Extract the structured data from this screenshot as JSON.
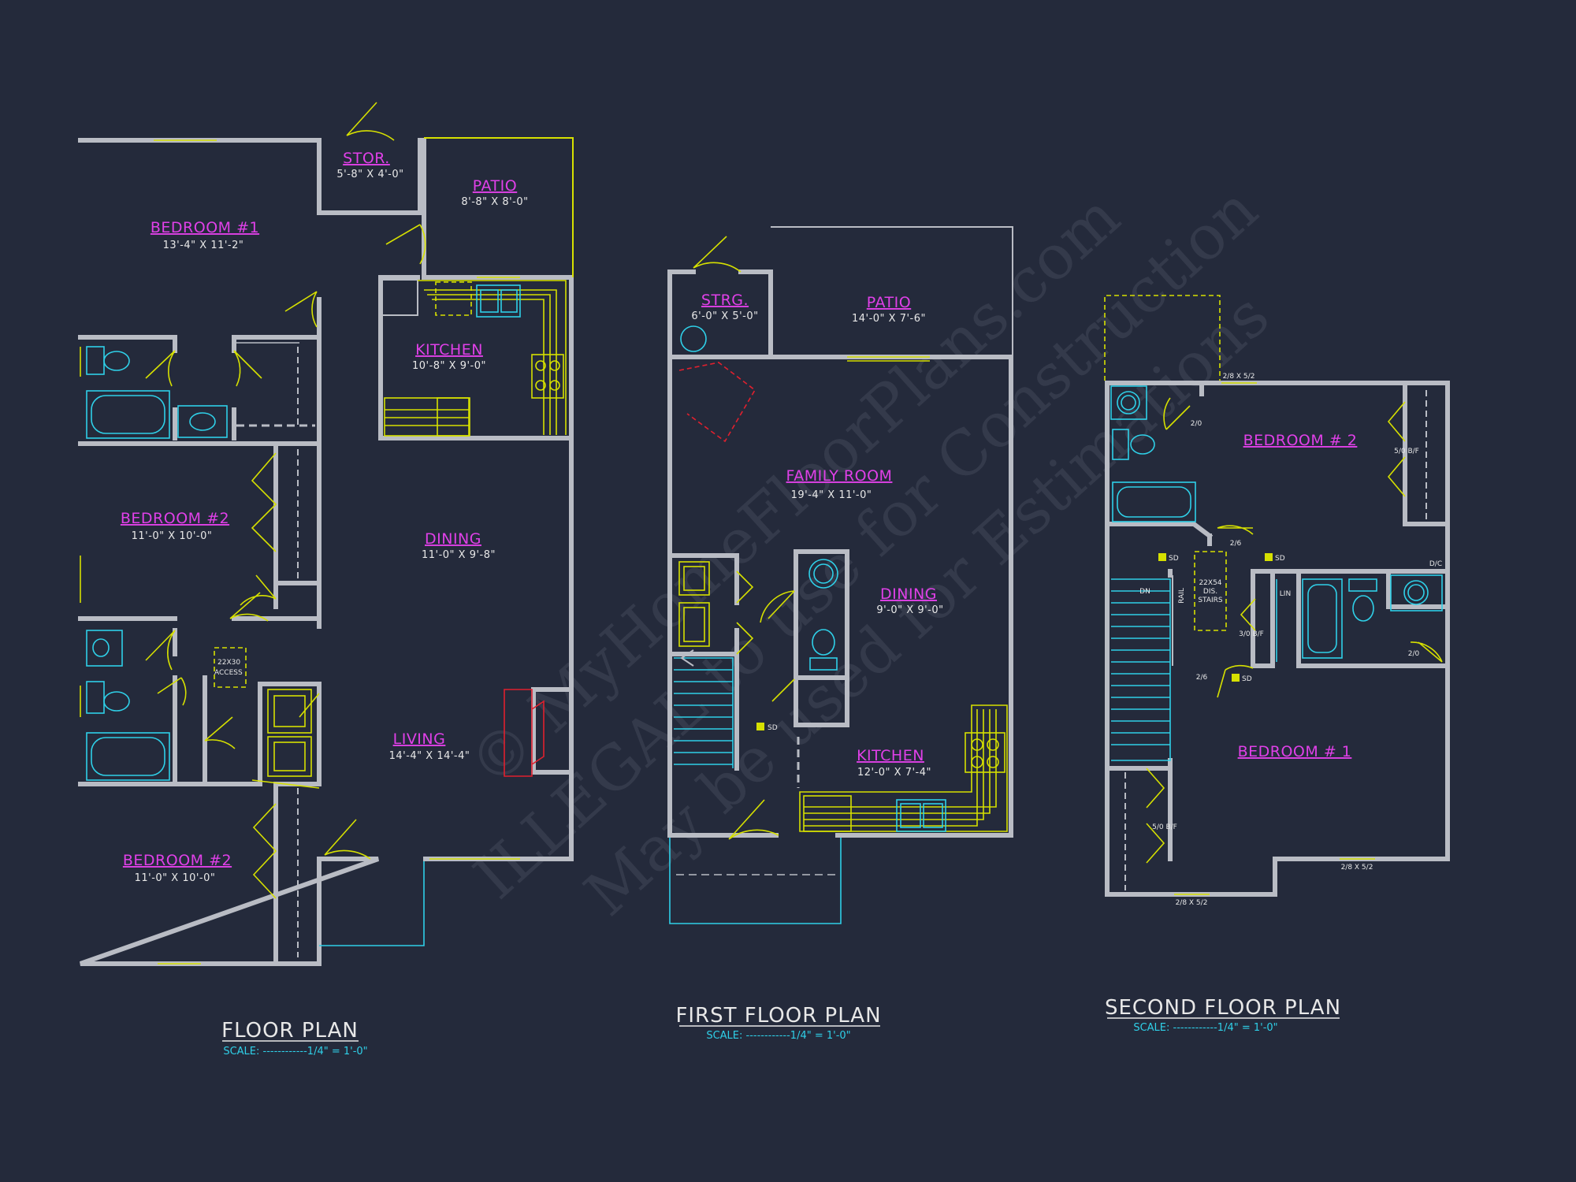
{
  "watermark": [
    "© MyHomeFloorPlans.com",
    "ILLEGAL to use for Construction",
    "May be used for Estimations"
  ],
  "plans": {
    "floor": {
      "title": "FLOOR PLAN",
      "scale": "SCALE: ------------1/4\" = 1'-0\"",
      "rooms": {
        "bedroom1": {
          "name": "BEDROOM #1",
          "dim": "13'-4\" X 11'-2\""
        },
        "stor": {
          "name": "STOR.",
          "dim": "5'-8\" X 4'-0\""
        },
        "patio": {
          "name": "PATIO",
          "dim": "8'-8\" X 8'-0\""
        },
        "kitchen": {
          "name": "KITCHEN",
          "dim": "10'-8\" X 9'-0\""
        },
        "bedroom2a": {
          "name": "BEDROOM #2",
          "dim": "11'-0\" X 10'-0\""
        },
        "dining": {
          "name": "DINING",
          "dim": "11'-0\" X 9'-8\""
        },
        "living": {
          "name": "LIVING",
          "dim": "14'-4\" X 14'-4\""
        },
        "bedroom2b": {
          "name": "BEDROOM #2",
          "dim": "11'-0\" X 10'-0\""
        }
      },
      "access_label_1": "22X30",
      "access_label_2": "ACCESS"
    },
    "first": {
      "title": "FIRST FLOOR PLAN",
      "scale": "SCALE: ------------1/4\" = 1'-0\"",
      "rooms": {
        "strg": {
          "name": "STRG.",
          "dim": "6'-0\" X 5'-0\""
        },
        "patio": {
          "name": "PATIO",
          "dim": "14'-0\" X 7'-6\""
        },
        "family": {
          "name": "FAMILY ROOM",
          "dim": "19'-4\" X 11'-0\""
        },
        "dining": {
          "name": "DINING",
          "dim": "9'-0\" X 9'-0\""
        },
        "kitchen": {
          "name": "KITCHEN",
          "dim": "12'-0\" X 7'-4\""
        }
      },
      "sd_label": "SD"
    },
    "second": {
      "title": "SECOND FLOOR PLAN",
      "scale": "SCALE: ------------1/4\" = 1'-0\"",
      "rooms": {
        "bedroom2": {
          "name": "BEDROOM # 2"
        },
        "bedroom1": {
          "name": "BEDROOM # 1"
        }
      },
      "labels": {
        "win_top": "2/8 X 5/2",
        "door_20a": "2/0",
        "bifold_50": "5/0 B/F",
        "door_26": "2/6",
        "sd1": "SD",
        "sd2": "SD",
        "sd3": "SD",
        "dc": "D/C",
        "lin": "LIN",
        "bifold_30": "3/0 B/F",
        "door_20b": "2/0",
        "door_26b": "2/6",
        "dn": "DN",
        "rail": "RAIL",
        "attic_1": "22X54",
        "attic_2": "DIS.",
        "attic_3": "STAIRS",
        "bifold_50b": "5/0 B/F",
        "win_bottom1": "2/8 X 5/2",
        "win_bottom2": "2/8 X 5/2"
      }
    }
  },
  "colors": {
    "background": "#242a3b",
    "wall": "#b9bcc4",
    "room_label": "#e040e8",
    "fixture": "#2fd0e8",
    "door": "#d6e000",
    "fireplace": "#e0202e"
  }
}
